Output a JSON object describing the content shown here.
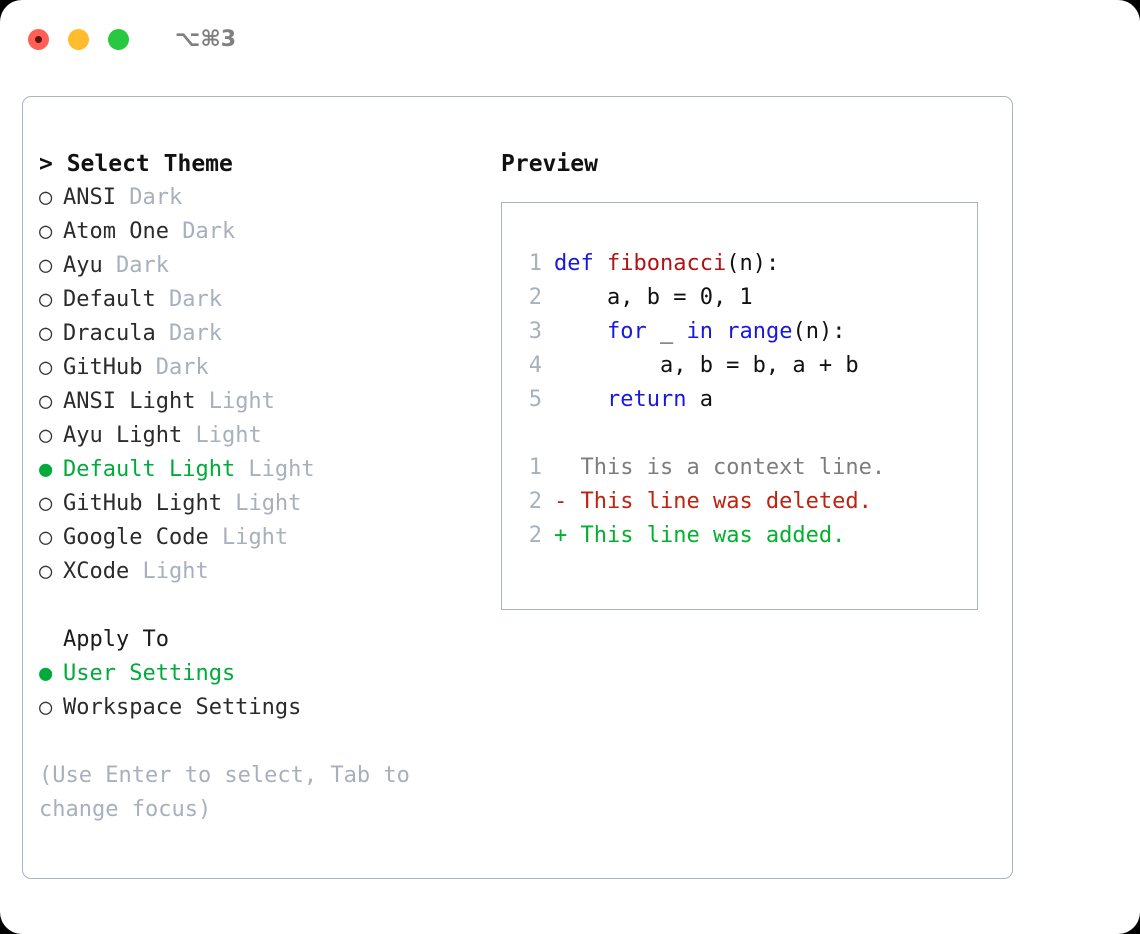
{
  "titlebar": {
    "shortcut": "⌥⌘3",
    "buttons": {
      "close": "close",
      "minimize": "minimize",
      "maximize": "maximize"
    }
  },
  "colors": {
    "accent_green": "#00ab3b",
    "muted_gray": "#a8b0bd",
    "keyword_blue": "#1818e0",
    "function_red": "#b01414",
    "diff_added": "#00b22d",
    "diff_deleted": "#c0220f",
    "border": "#aab3c0",
    "traffic_close": "#ff5f57",
    "traffic_min": "#febc2e",
    "traffic_max": "#28c840"
  },
  "theme_panel": {
    "header": "> Select Theme",
    "items": [
      {
        "bullet": "○",
        "label": "ANSI",
        "variant": "Dark",
        "selected": false
      },
      {
        "bullet": "○",
        "label": "Atom One",
        "variant": "Dark",
        "selected": false
      },
      {
        "bullet": "○",
        "label": "Ayu",
        "variant": "Dark",
        "selected": false
      },
      {
        "bullet": "○",
        "label": "Default",
        "variant": "Dark",
        "selected": false
      },
      {
        "bullet": "○",
        "label": "Dracula",
        "variant": "Dark",
        "selected": false
      },
      {
        "bullet": "○",
        "label": "GitHub",
        "variant": "Dark",
        "selected": false
      },
      {
        "bullet": "○",
        "label": "ANSI Light",
        "variant": "Light",
        "selected": false
      },
      {
        "bullet": "○",
        "label": "Ayu Light",
        "variant": "Light",
        "selected": false
      },
      {
        "bullet": "●",
        "label": "Default Light",
        "variant": "Light",
        "selected": true
      },
      {
        "bullet": "○",
        "label": "GitHub Light",
        "variant": "Light",
        "selected": false
      },
      {
        "bullet": "○",
        "label": "Google Code",
        "variant": "Light",
        "selected": false
      },
      {
        "bullet": "○",
        "label": "XCode",
        "variant": "Light",
        "selected": false
      }
    ],
    "apply_to": {
      "title": "Apply To",
      "items": [
        {
          "bullet": "●",
          "label": "User Settings",
          "selected": true
        },
        {
          "bullet": "○",
          "label": "Workspace Settings",
          "selected": false
        }
      ]
    },
    "hint": "(Use Enter to select, Tab to change focus)"
  },
  "preview": {
    "title": "Preview",
    "code_lines": [
      {
        "num": "1",
        "tokens": [
          {
            "t": "def ",
            "c": "kw"
          },
          {
            "t": "fibonacci",
            "c": "fn"
          },
          {
            "t": "(n):",
            "c": "pl"
          }
        ]
      },
      {
        "num": "2",
        "tokens": [
          {
            "t": "    a, b = 0, 1",
            "c": "pl"
          }
        ]
      },
      {
        "num": "3",
        "tokens": [
          {
            "t": "    ",
            "c": "pl"
          },
          {
            "t": "for",
            "c": "kw"
          },
          {
            "t": " _ ",
            "c": "pl"
          },
          {
            "t": "in ",
            "c": "kw"
          },
          {
            "t": "range",
            "c": "kw"
          },
          {
            "t": "(n):",
            "c": "pl"
          }
        ]
      },
      {
        "num": "4",
        "tokens": [
          {
            "t": "        a, b = b, a + b",
            "c": "pl"
          }
        ]
      },
      {
        "num": "5",
        "tokens": [
          {
            "t": "    ",
            "c": "pl"
          },
          {
            "t": "return",
            "c": "kw"
          },
          {
            "t": " a",
            "c": "pl"
          }
        ]
      }
    ],
    "diff_lines": [
      {
        "num": "1",
        "marker": "  ",
        "text": "This is a context line.",
        "kind": "context"
      },
      {
        "num": "2",
        "marker": "- ",
        "text": "This line was deleted.",
        "kind": "deleted"
      },
      {
        "num": "2",
        "marker": "+ ",
        "text": "This line was added.",
        "kind": "added"
      }
    ]
  }
}
